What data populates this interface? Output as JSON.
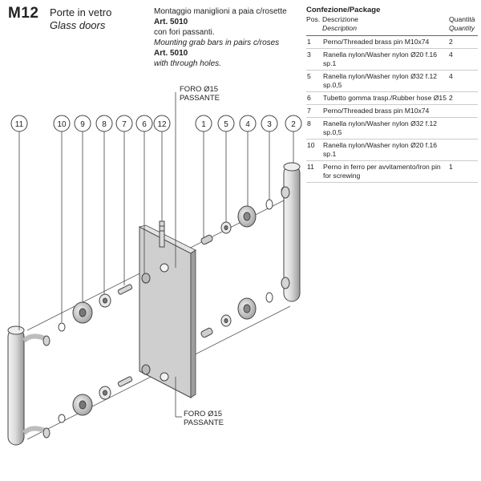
{
  "header": {
    "code": "M12",
    "title_it": "Porte in vetro",
    "title_en": "Glass doors"
  },
  "description": {
    "line1": "Montaggio maniglioni a paia c/rosette",
    "art1": "Art. 5010",
    "line2": "con fori passanti.",
    "line3_en": "Mounting grab bars in pairs c/roses",
    "art2": "Art. 5010",
    "line4_en": "with through holes."
  },
  "package": {
    "title": "Confezione/Package",
    "col_pos": "Pos.",
    "col_desc": "Descrizione",
    "col_desc_en": "Description",
    "col_qty": "Quantità",
    "col_qty_en": "Quantity",
    "rows": [
      {
        "pos": "1",
        "desc": "Perno/Threaded brass pin M10x74",
        "qty": "2"
      },
      {
        "pos": "3",
        "desc": "Ranella nylon/Washer nylon Ø20 f.16 sp.1",
        "qty": "4"
      },
      {
        "pos": "5",
        "desc": "Ranella nylon/Washer nylon Ø32 f.12 sp.0,5",
        "qty": "4"
      },
      {
        "pos": "6",
        "desc": "Tubetto gomma trasp./Rubber hose Ø15",
        "qty": "2"
      },
      {
        "pos": "7",
        "desc": "Perno/Threaded brass pin M10x74",
        "qty": ""
      },
      {
        "pos": "8",
        "desc": "Ranella nylon/Washer nylon Ø32 f.12 sp.0,5",
        "qty": ""
      },
      {
        "pos": "10",
        "desc": "Ranella nylon/Washer nylon Ø20 f.16 sp.1",
        "qty": ""
      },
      {
        "pos": "11",
        "desc": "Perno in ferro per avvitamento/Iron pin for screwing",
        "qty": "1"
      }
    ]
  },
  "labels": {
    "hole_top_1": "FORO Ø15",
    "hole_top_2": "PASSANTE",
    "hole_bottom_1": "FORO Ø15",
    "hole_bottom_2": "PASSANTE"
  },
  "callouts": [
    "11",
    "10",
    "9",
    "8",
    "7",
    "6",
    "12",
    "1",
    "5",
    "4",
    "3",
    "2"
  ],
  "colors": {
    "line": "#444444",
    "metal_light": "#e6e6e6",
    "metal_dark": "#8a8a8a",
    "glass": "#c9c9c9"
  }
}
